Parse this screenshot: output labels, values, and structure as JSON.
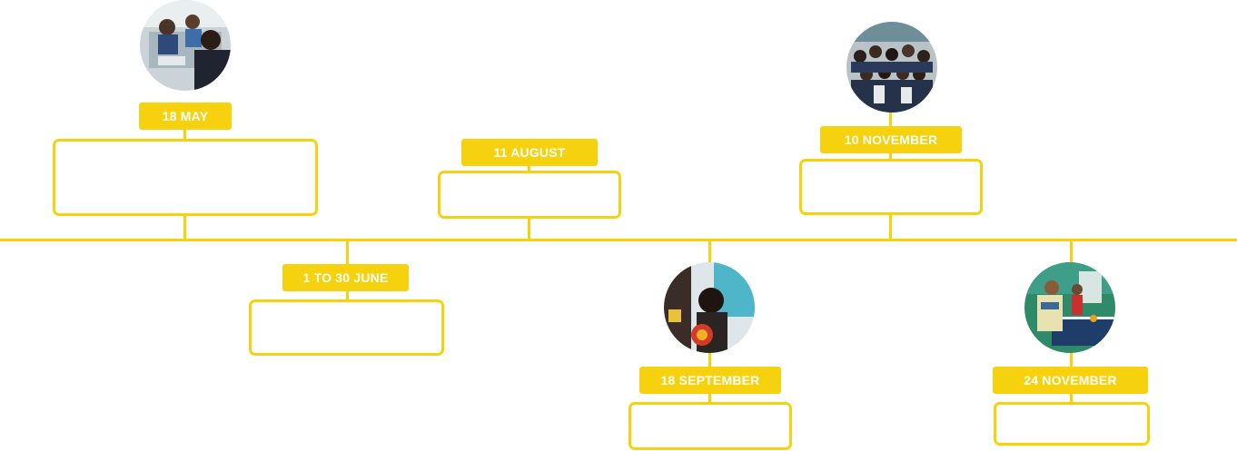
{
  "timeline": {
    "accent_color": "#f5d20d",
    "events": [
      {
        "id": "may",
        "date_label": "18 MAY",
        "position": "above",
        "has_photo": true,
        "photo_icon": "students-at-table-photo"
      },
      {
        "id": "june",
        "date_label": "1 TO 30 JUNE",
        "position": "below",
        "has_photo": false
      },
      {
        "id": "august",
        "date_label": "11 AUGUST",
        "position": "above",
        "has_photo": false
      },
      {
        "id": "september",
        "date_label": "18 SEPTEMBER",
        "position": "below",
        "has_photo": true,
        "photo_icon": "student-workshop-photo"
      },
      {
        "id": "nov10",
        "date_label": "10 NOVEMBER",
        "position": "above",
        "has_photo": true,
        "photo_icon": "group-photo"
      },
      {
        "id": "nov24",
        "date_label": "24 NOVEMBER",
        "position": "below",
        "has_photo": true,
        "photo_icon": "ping-pong-photo"
      }
    ]
  }
}
